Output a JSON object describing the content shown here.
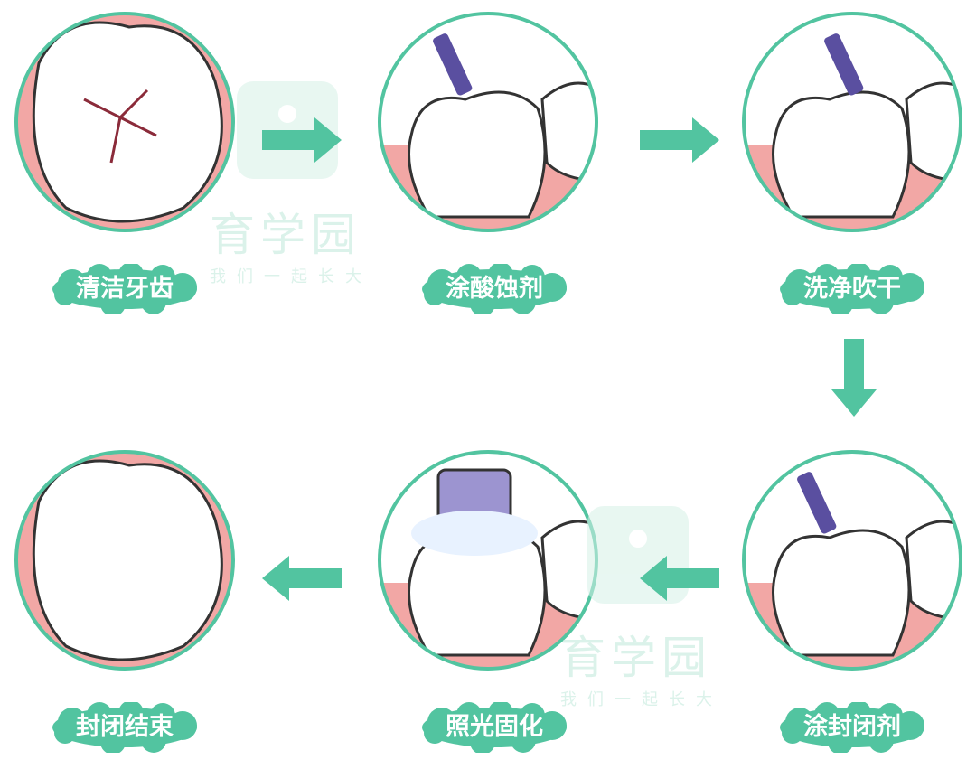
{
  "colors": {
    "accent": "#52C4A0",
    "gum": "#F2A7A5",
    "tooth": "#FFFFFF",
    "brush": "#5A4FA0"
  },
  "watermark": {
    "brand": "育学园",
    "slogan": "我们一起长大"
  },
  "steps": [
    {
      "label": "清洁牙齿",
      "icon": "cracked-tooth-icon"
    },
    {
      "label": "涂酸蚀剂",
      "icon": "brush-acid-tooth-icon"
    },
    {
      "label": "洗净吹干",
      "icon": "rinse-dry-tooth-icon"
    },
    {
      "label": "涂封闭剂",
      "icon": "apply-sealant-tooth-icon"
    },
    {
      "label": "照光固化",
      "icon": "light-cure-tooth-icon"
    },
    {
      "label": "封闭结束",
      "icon": "sealed-tooth-icon"
    }
  ]
}
